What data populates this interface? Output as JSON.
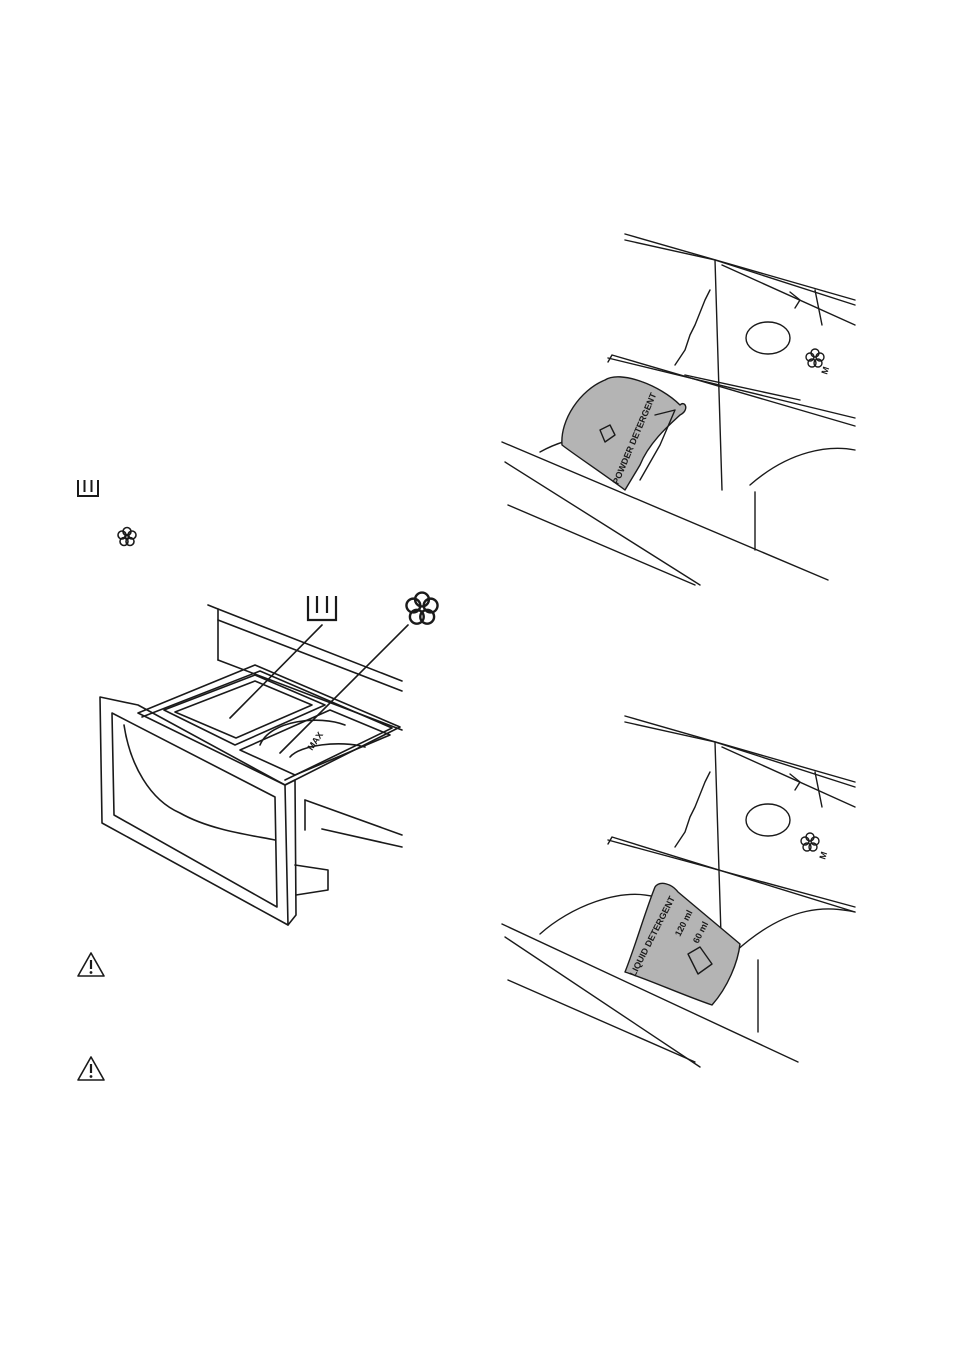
{
  "icons": {
    "main_wash": "main-wash-compartment-icon",
    "softener": "fabric-softener-flower-icon",
    "warning": "warning-triangle-icon"
  },
  "figures": {
    "drawer": {
      "max_label": "MAX"
    },
    "powder": {
      "flap_label": "POWDER DETERGENT",
      "mark_label": "M"
    },
    "liquid": {
      "flap_label": "LIQUID DETERGENT",
      "level_high": "120 ml",
      "level_low": "60 ml",
      "mark_label": "M"
    }
  },
  "colors": {
    "line": "#1a1a1a",
    "flap_fill": "#b4b4b4"
  }
}
